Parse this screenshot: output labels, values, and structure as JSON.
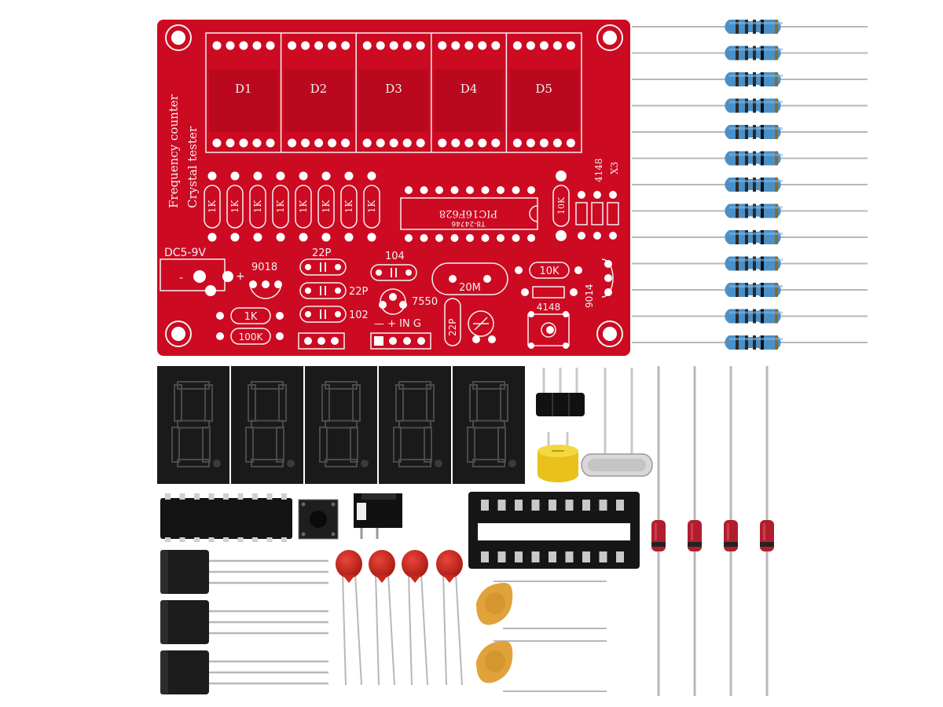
{
  "colors": {
    "pcb": "#cc0a22",
    "pcb_dark": "#a8061a",
    "silk": "#f2f2f2",
    "resistor_body": "#4a90c8",
    "display": "#1a1a1a",
    "segment": "#2e2e2e",
    "disc_cap": "#c8281e",
    "ceramic_cap": "#e0a23a",
    "diode": "#b01e2e",
    "lead": "#b8b8b8"
  },
  "pcb": {
    "board_title_1": "Frequency counter",
    "board_title_2": "Crystal tester",
    "digits": [
      "D1",
      "D2",
      "D3",
      "D4",
      "D5"
    ],
    "resistor_label": "1K",
    "chip_label": "PIC16F628",
    "chip_sub": "T8-24746",
    "r_10k": "10K",
    "diode_label": "4148",
    "crystal_ref": "X3",
    "power_label": "DC5-9V",
    "minus": "-",
    "plus": "+",
    "transistor_9018": "9018",
    "cap_22p": "22P",
    "cap_104": "104",
    "crystal_20m": "20M",
    "r_10k_b": "10K",
    "transistor_9014": "9014",
    "trans_7550": "7550",
    "cap_102": "102",
    "r_1k": "1K",
    "r_100k": "100K",
    "input_label": "— + IN G",
    "diode_4148_b": "4148"
  }
}
